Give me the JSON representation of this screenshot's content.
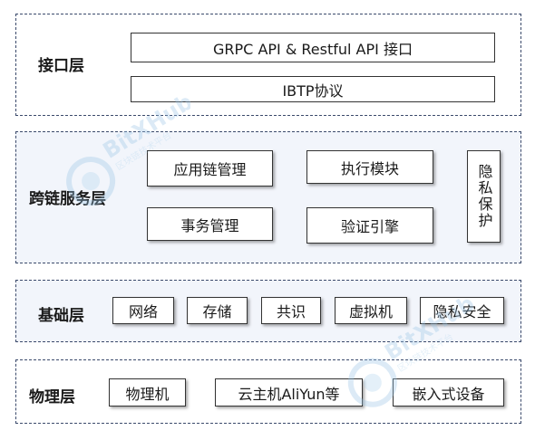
{
  "interface_layer": {
    "title": "接口层",
    "items": [
      "GRPC API & Restful API 接口",
      "IBTP协议"
    ]
  },
  "crosschain_layer": {
    "title": "跨链服务层",
    "items": [
      "应用链管理",
      "执行模块",
      "事务管理",
      "验证引擎",
      "隐私保护"
    ]
  },
  "base_layer": {
    "title": "基础层",
    "items": [
      "网络",
      "存储",
      "共识",
      "虚拟机",
      "隐私安全"
    ]
  },
  "physical_layer": {
    "title": "物理层",
    "items": [
      "物理机",
      "云主机AliYun等",
      "嵌入式设备"
    ]
  },
  "watermark": {
    "text": "BitXHub",
    "sub": "区块链技术平台"
  }
}
